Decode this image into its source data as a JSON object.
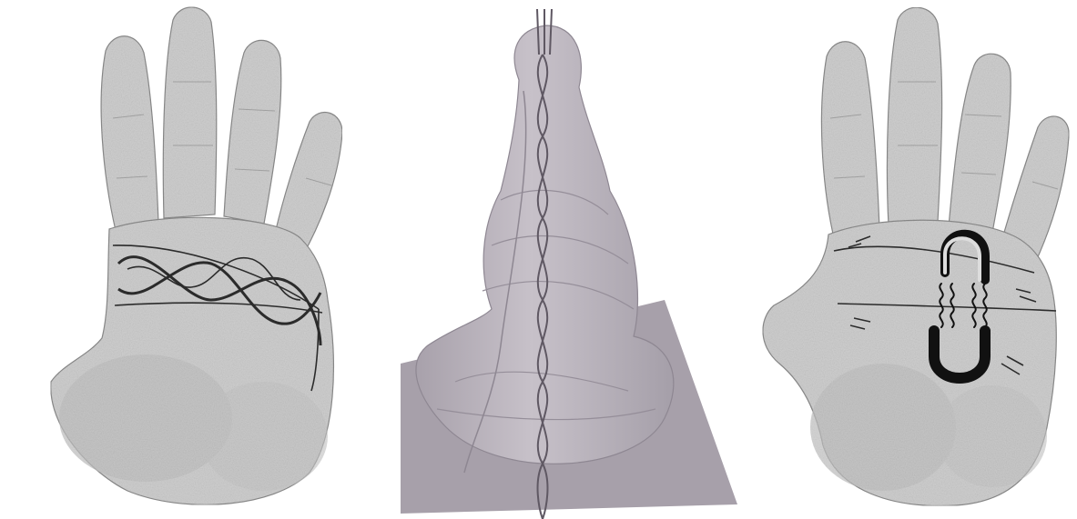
{
  "image": {
    "kind": "three-panel pencil illustration",
    "panels": [
      {
        "name": "left-palm",
        "icon": "palm-with-double-helix-band-icon"
      },
      {
        "name": "seated-figure",
        "icon": "seated-meditator-spine-helix-icon"
      },
      {
        "name": "right-palm",
        "icon": "palm-with-horseshoe-magnets-icon"
      }
    ]
  },
  "colors": {
    "background": "#ffffff",
    "skin": "#cfcfcf",
    "skin_shadow": "#b9b9b9",
    "line": "#2b2b2b",
    "figure_tone": "#bdb7bf",
    "figure_shadow": "#9f98a3",
    "mat": "#a7a0aa"
  }
}
